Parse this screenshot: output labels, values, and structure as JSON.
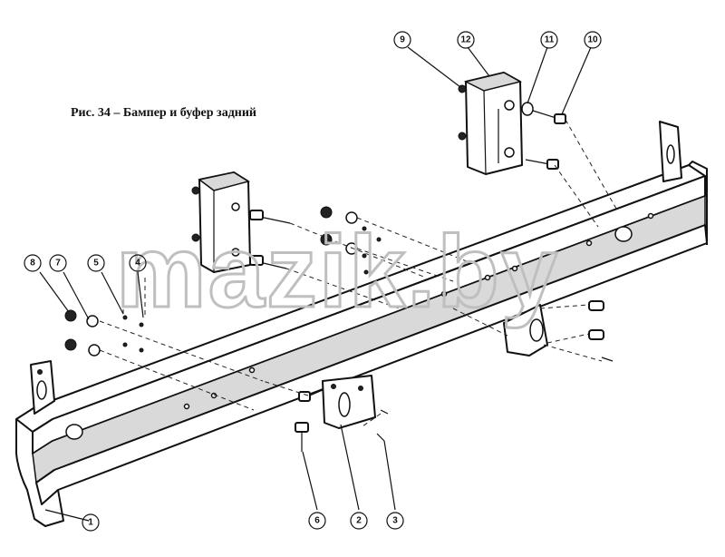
{
  "figure": {
    "caption": "Рис. 34 – Бампер и буфер задний",
    "watermark": "mazik.by"
  },
  "callouts": [
    "1",
    "2",
    "3",
    "4",
    "5",
    "6",
    "7",
    "8",
    "9",
    "10",
    "11",
    "12"
  ]
}
